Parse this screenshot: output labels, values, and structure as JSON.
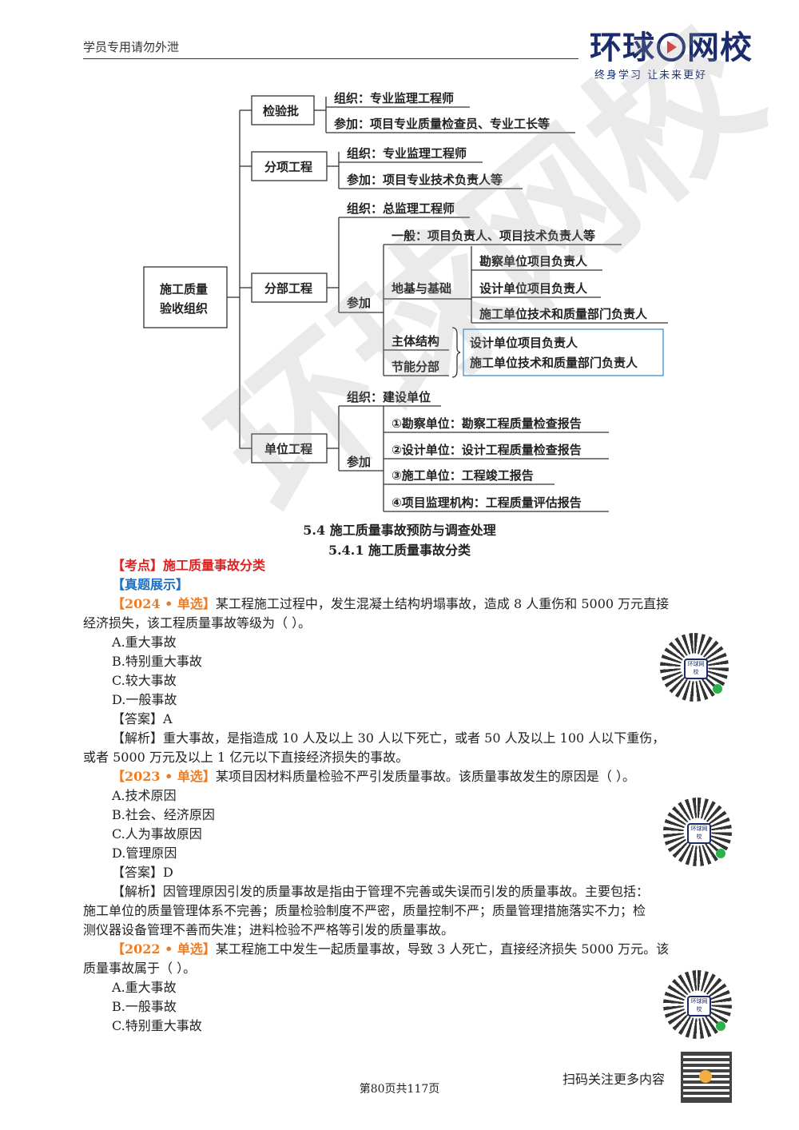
{
  "header": {
    "left_text": "学员专用请勿外泄",
    "logo_part1": "环球",
    "logo_part2": "网校",
    "logo_slogan": "终身学习 让未来更好"
  },
  "diagram": {
    "root": "施工质量\n验收组织",
    "root_line1": "施工质量",
    "root_line2": "验收组织",
    "b1": "检验批",
    "b1_org": "组织：专业监理工程师",
    "b1_part": "参加：项目专业质量检查员、专业工长等",
    "b2": "分项工程",
    "b2_org": "组织：专业监理工程师",
    "b2_part": "参加：项目专业技术负责人等",
    "b3": "分部工程",
    "b3_org": "组织：总监理工程师",
    "b3_part": "参加",
    "b3_general": "一般：项目负责人、项目技术负责人等",
    "b3_foundation": "地基与基础",
    "b3_f1": "勘察单位项目负责人",
    "b3_f2": "设计单位项目负责人",
    "b3_f3": "施工单位技术和质量部门负责人",
    "b3_main": "主体结构",
    "b3_energy": "节能分部",
    "b3_m1": "设计单位项目负责人",
    "b3_m2": "施工单位技术和质量部门负责人",
    "b4": "单位工程",
    "b4_org": "组织：建设单位",
    "b4_part": "参加",
    "b4_p1": "①勘察单位：勘察工程质量检查报告",
    "b4_p2": "②设计单位：设计工程质量检查报告",
    "b4_p3": "③施工单位：工程竣工报告",
    "b4_p4": "④项目监理机构：工程质量评估报告"
  },
  "section": {
    "title1": "5.4 施工质量事故预防与调查处理",
    "title2": "5.4.1 施工质量事故分类",
    "kaodian_tag": "【考点】",
    "kaodian_text": "施工质量事故分类",
    "zhenti": "【真题展示】"
  },
  "questions": [
    {
      "tag": "【2024 • 单选】",
      "stem1": "某工程施工过程中，发生混凝土结构坍塌事故，造成 8 人重伤和 5000 万元直接",
      "stem2": "经济损失，该工程质量事故等级为（    ）。",
      "options": [
        "A.重大事故",
        "B.特别重大事故",
        "C.较大事故",
        "D.一般事故"
      ],
      "answer": "【答案】A",
      "analysis1": "【解析】重大事故，是指造成 10 人及以上 30 人以下死亡，或者 50 人及以上 100 人以下重伤，",
      "analysis2": "或者 5000 万元及以上 1 亿元以下直接经济损失的事故。"
    },
    {
      "tag": "【2023 • 单选】",
      "stem1": "某项目因材料质量检验不严引发质量事故。该质量事故发生的原因是（    ）。",
      "options": [
        "A.技术原因",
        "B.社会、经济原因",
        "C.人为事故原因",
        "D.管理原因"
      ],
      "answer": "【答案】D",
      "analysis1": "【解析】因管理原因引发的质量事故是指由于管理不完善或失误而引发的质量事故。主要包括：",
      "analysis2": "施工单位的质量管理体系不完善；质量检验制度不严密，质量控制不严；质量管理措施落实不力；检",
      "analysis3": "测仪器设备管理不善而失准；进料检验不严格等引发的质量事故。"
    },
    {
      "tag": "【2022 • 单选】",
      "stem1": "某工程施工中发生一起质量事故，导致 3 人死亡，直接经济损失 5000 万元。该",
      "stem2": "质量事故属于（    ）。",
      "options": [
        "A.重大事故",
        "B.一般事故",
        "C.特别重大事故"
      ]
    }
  ],
  "qr_badge": "环球网校",
  "footer": {
    "scan_text": "扫码关注更多内容",
    "page": "第80页共117页"
  }
}
